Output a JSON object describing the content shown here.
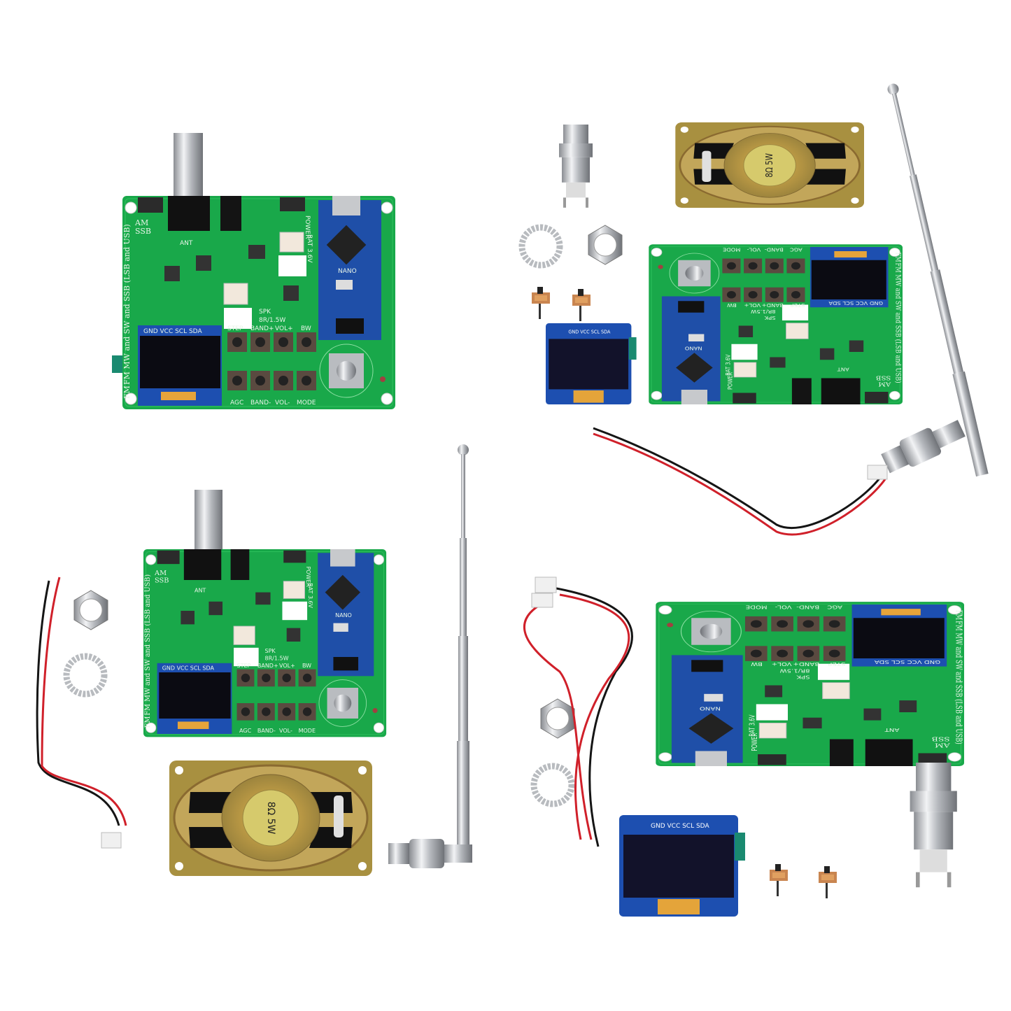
{
  "board": {
    "title": "FM MW and SW and SSB (LSB and USB)",
    "mode_switch_label_am": "AM",
    "mode_switch_label_ssb": "SSB",
    "fm_label": "FM",
    "ant_label": "ANT",
    "bat_label": "BAT 3.6V",
    "power_label": "POWER",
    "spk_label": "SPK",
    "spk_spec": "8R/1.5W",
    "buttons_top": [
      "STEP",
      "BAND+",
      "VOL+",
      "BW"
    ],
    "buttons_bottom": [
      "AGC",
      "BAND-",
      "VOL-",
      "MODE"
    ],
    "nano_label": "NANO"
  },
  "oled": {
    "pins": "GND VCC SCL SDA"
  },
  "speaker": {
    "marking": "8Ω 5W"
  },
  "colors": {
    "pcb": "#19a84a",
    "nano": "#1f4fa8",
    "oled_blue": "#1d4fb0",
    "speaker": "#b9a04a",
    "wire_red": "#d0202a",
    "wire_black": "#151515",
    "chrome": "#c9ccd0"
  }
}
